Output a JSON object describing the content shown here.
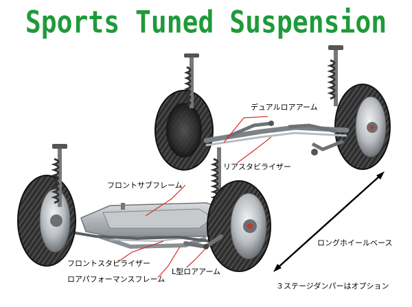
{
  "title": "Sports Tuned Suspension",
  "labels": {
    "dual_lower_arm": "デュアルロアアーム",
    "rear_stabilizer": "リアスタビライザー",
    "front_subframe": "フロントサブフレーム",
    "front_stabilizer": "フロントスタビライザー",
    "lower_performance_frame": "ロアパフォーマンスフレーム",
    "l_lower_arm": "L型ロアアーム",
    "long_wheelbase": "ロングホイールベース",
    "three_stage_damper": "３ステージダンパーはオプション"
  },
  "colors": {
    "title": "#1f9a3a",
    "leader_line": "#d82a2a",
    "tire": "#2a2a2a",
    "metal": "#9aa0a6",
    "background": "#ffffff"
  }
}
